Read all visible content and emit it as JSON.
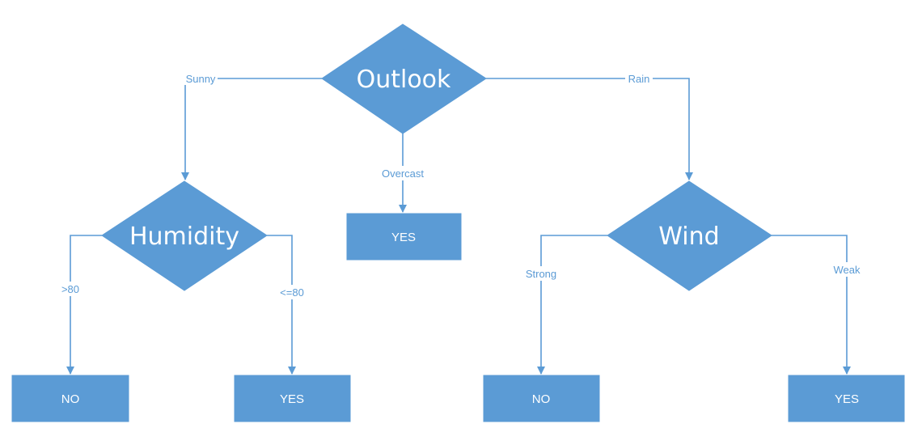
{
  "colors": {
    "node_fill": "#5b9bd5",
    "edge": "#5b9bd5",
    "node_text": "#ffffff",
    "edge_label": "#5b9bd5",
    "background": "#ffffff"
  },
  "nodes": {
    "outlook": {
      "kind": "decision",
      "label": "Outlook"
    },
    "humidity": {
      "kind": "decision",
      "label": "Humidity"
    },
    "wind": {
      "kind": "decision",
      "label": "Wind"
    },
    "overcast_leaf": {
      "kind": "leaf",
      "label": "YES"
    },
    "humidity_high_leaf": {
      "kind": "leaf",
      "label": "NO"
    },
    "humidity_normal_leaf": {
      "kind": "leaf",
      "label": "YES"
    },
    "wind_strong_leaf": {
      "kind": "leaf",
      "label": "NO"
    },
    "wind_weak_leaf": {
      "kind": "leaf",
      "label": "YES"
    }
  },
  "edges": [
    {
      "from": "outlook",
      "to": "humidity",
      "label": "Sunny"
    },
    {
      "from": "outlook",
      "to": "overcast_leaf",
      "label": "Overcast"
    },
    {
      "from": "outlook",
      "to": "wind",
      "label": "Rain"
    },
    {
      "from": "humidity",
      "to": "humidity_high_leaf",
      "label": ">80"
    },
    {
      "from": "humidity",
      "to": "humidity_normal_leaf",
      "label": "<=80"
    },
    {
      "from": "wind",
      "to": "wind_strong_leaf",
      "label": "Strong"
    },
    {
      "from": "wind",
      "to": "wind_weak_leaf",
      "label": "Weak"
    }
  ]
}
